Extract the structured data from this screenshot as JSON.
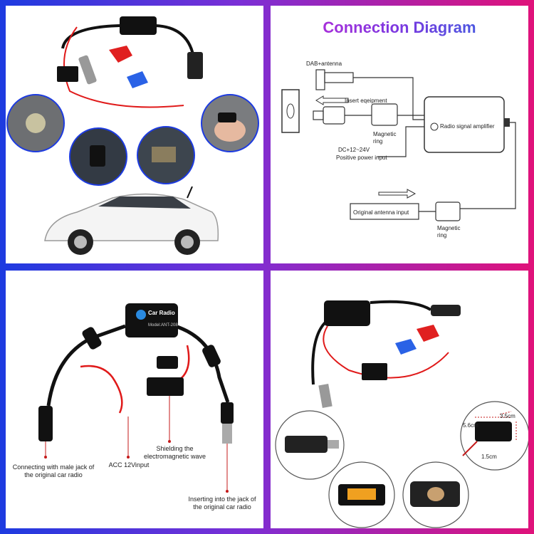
{
  "colors": {
    "frame_left": "#1d3be0",
    "frame_right": "#e0127a",
    "title_gradient": [
      "#c42ad6",
      "#2a6ae0"
    ],
    "wire_red": "#e01a1a",
    "device_black": "#111111"
  },
  "diagram": {
    "title": "Connection Diagram",
    "dab_label": "DAB+antenna",
    "insert_label": "Insert eqeipment",
    "magnetic_ring_label_1": "Magnetic",
    "magnetic_ring_label_1b": "ring",
    "power_label_1": "DC+12~24V",
    "power_label_2": "Positive power input",
    "amplifier_label": "Radio signal amplifier",
    "original_antenna_label": "Original antenna input",
    "magnetic_ring_label_2": "Magnetic",
    "magnetic_ring_label_2b": "ring"
  },
  "product_panel": {
    "device_label_1": "Car Radio",
    "device_label_2": "Model:ANT-208",
    "caption_left_1": "Connecting with male jack of",
    "caption_left_2": "the original car radio",
    "caption_acc": "ACC 12Vinput",
    "caption_shield_1": "Shielding the",
    "caption_shield_2": "electromagnetic wave",
    "caption_insert_1": "Inserting into the jack of",
    "caption_insert_2": "the original car radio"
  },
  "dimensions_panel": {
    "dim_width": "5.6cm",
    "dim_depth": "3.5cm",
    "dim_height": "1.5cm"
  }
}
